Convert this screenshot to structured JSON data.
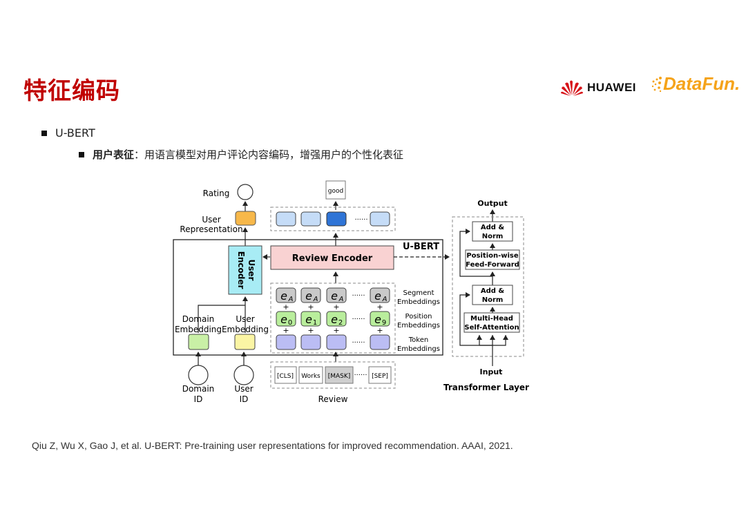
{
  "title": "特征编码",
  "logos": {
    "huawei": "HUAWEI",
    "datafun": "DataFun."
  },
  "bullets": {
    "level1": "U-BERT",
    "level2_bold": "用户表征",
    "level2_text": "：用语言模型对用户评论内容编码，增强用户的个性化表征"
  },
  "citation": "Qiu Z, Wu X, Gao J, et al. U-BERT: Pre-training user representations for improved recommendation. AAAI, 2021.",
  "diagram": {
    "rating": "Rating",
    "user_rep_1": "User",
    "user_rep_2": "Representation",
    "ubert": "U-BERT",
    "user_encoder_1": "User",
    "user_encoder_2": "Encoder",
    "review_encoder": "Review Encoder",
    "good": "good",
    "dots": "······",
    "domain_emb_1": "Domain",
    "domain_emb_2": "Embedding",
    "user_emb_1": "User",
    "user_emb_2": "Embedding",
    "domain_id_1": "Domain",
    "domain_id_2": "ID",
    "user_id_1": "User",
    "user_id_2": "ID",
    "segment_1": "Segment",
    "segment_2": "Embeddings",
    "position_1": "Position",
    "position_2": "Embeddings",
    "token_1": "Token",
    "token_2": "Embeddings",
    "plus": "+",
    "e": "e",
    "seg_sub": "A",
    "pos_subs": [
      "0",
      "1",
      "2",
      "9"
    ],
    "tokens": [
      "[CLS]",
      "Works",
      "[MASK]",
      "[SEP]"
    ],
    "review": "Review",
    "output": "Output",
    "add_norm_1": "Add &",
    "add_norm_2": "Norm",
    "ffn_1": "Position-wise",
    "ffn_2": "Feed-Forward",
    "mha_1": "Multi-Head",
    "mha_2": "Self-Attention",
    "input": "Input",
    "transformer_layer": "Transformer Layer"
  },
  "colors": {
    "title": "#c00000",
    "user_rep": "#f7b84a",
    "user_encoder": "#a8ecf5",
    "review_encoder": "#f9d2d2",
    "out_light": "#c5dcf7",
    "out_dark": "#2f74d6",
    "segment": "#c9c9c9",
    "position": "#b9ee9c",
    "token": "#bbbdf4",
    "domain_emb": "#c9f0a6",
    "user_emb": "#fbf5a4",
    "mask": "#cfcfcf"
  }
}
